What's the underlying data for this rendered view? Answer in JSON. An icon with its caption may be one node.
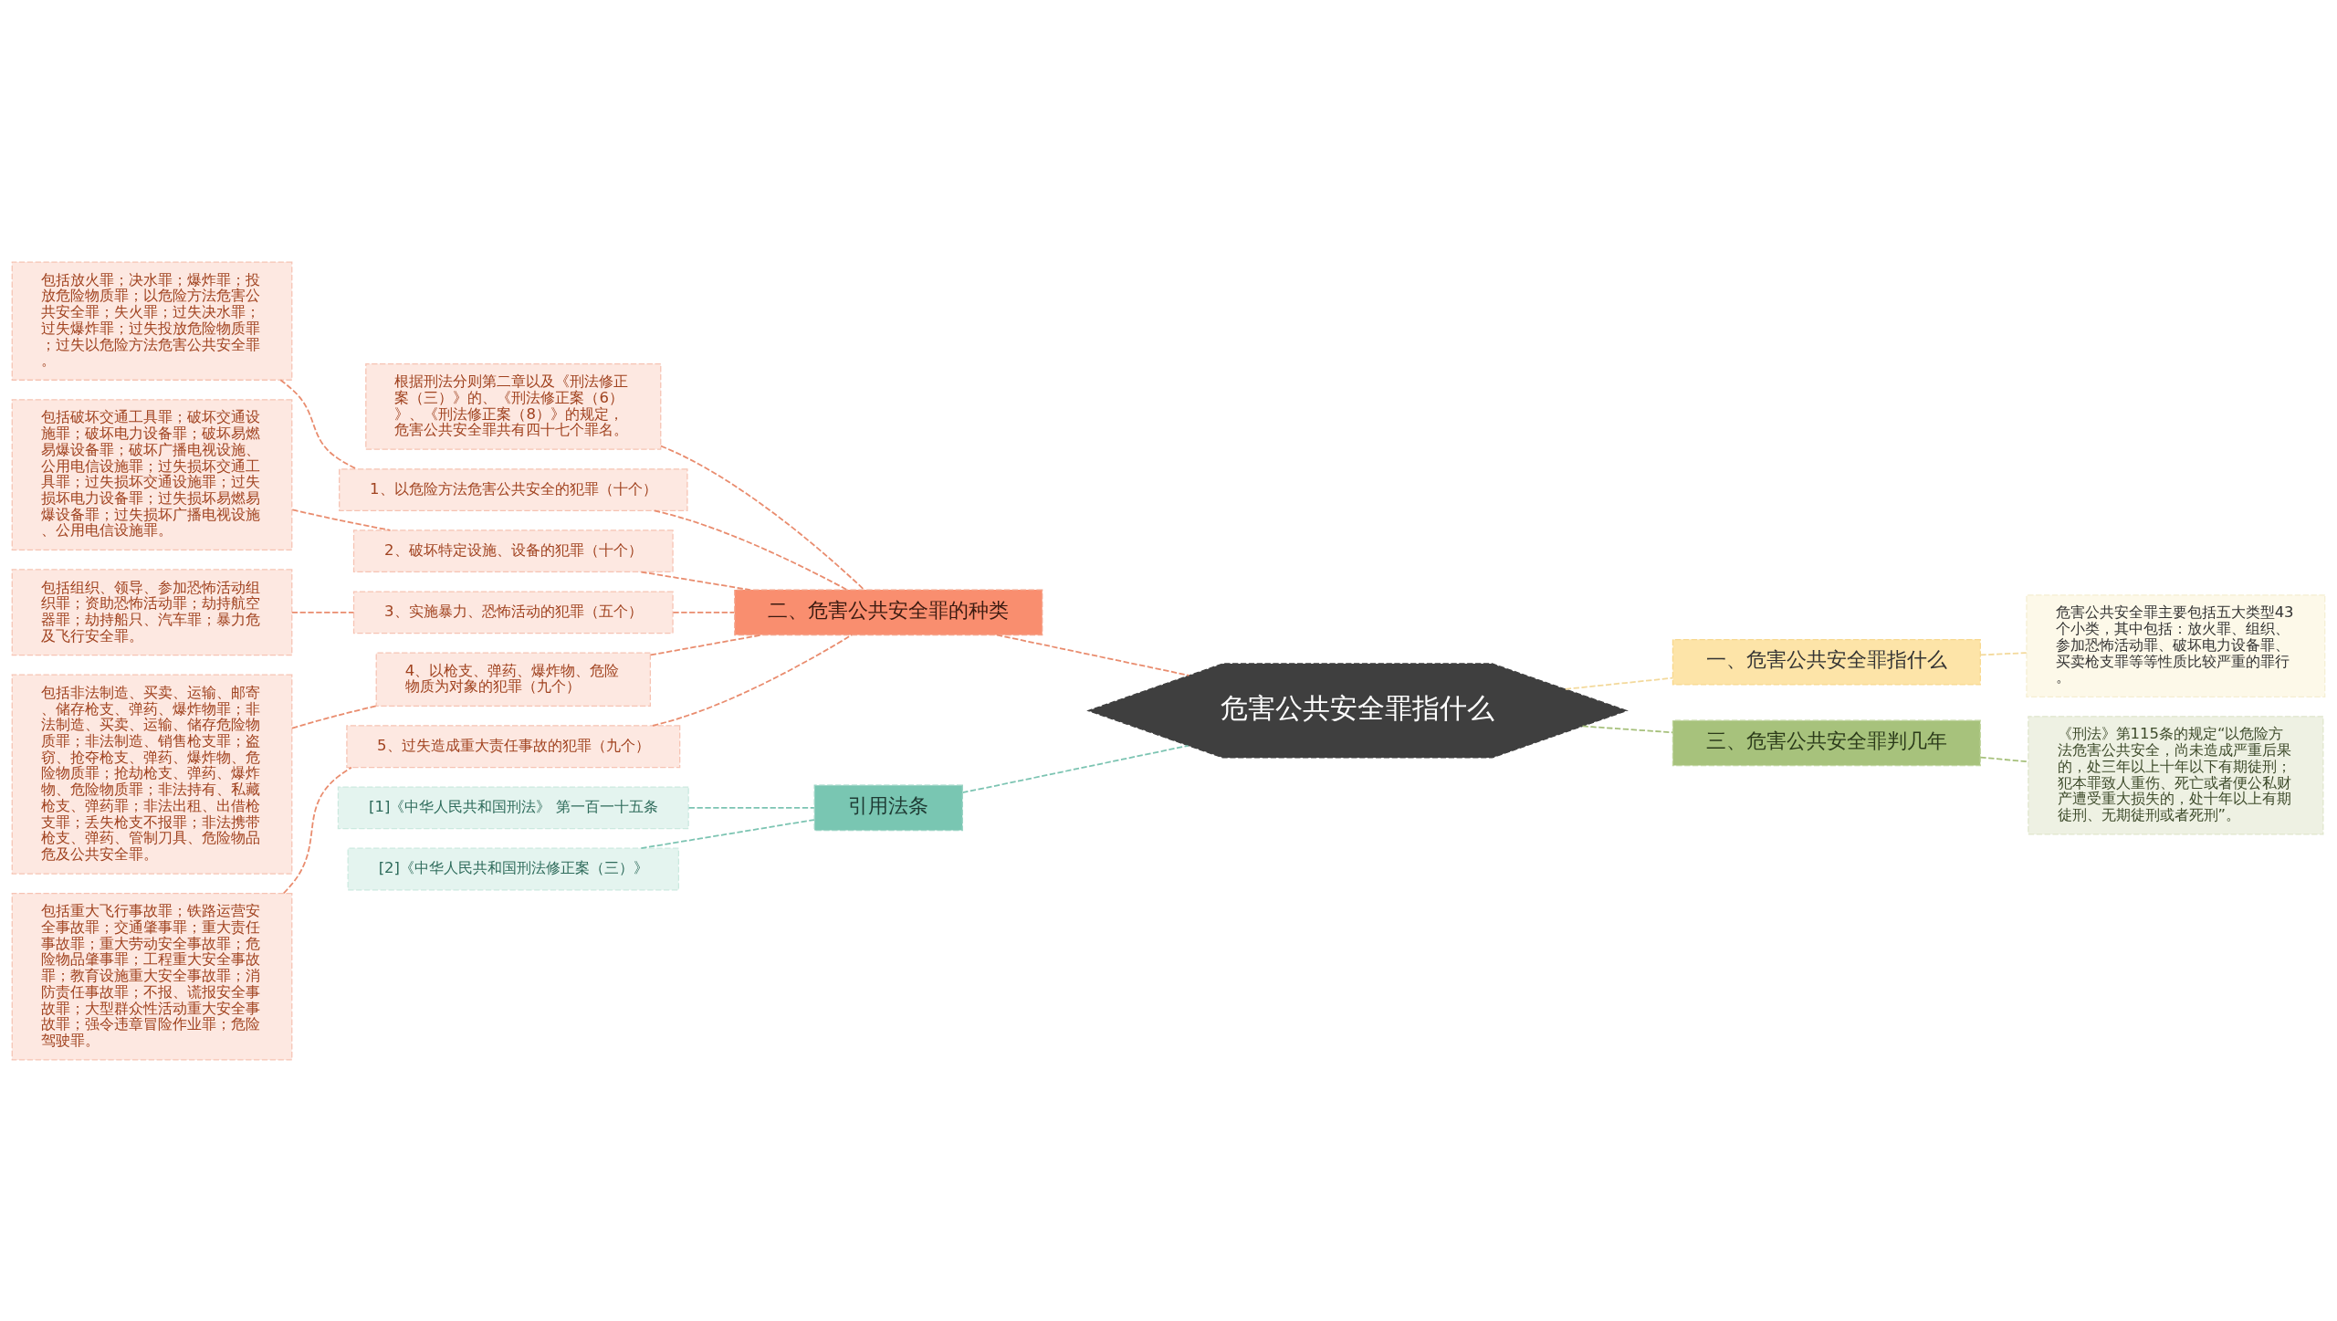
{
  "diagram": {
    "nodes": [
      {
        "text": [
          "危害公共安全罪指什么"
        ]
      },
      {
        "text": [
          "二、危害公共安全罪的种类"
        ]
      },
      {
        "text": [
          "根据刑法分则第二章以及《刑法修正案（三）》的、《刑法修正案（6）》、《刑法修正案（8）》的规定，危害公共安全罪共有四十七个罪名。"
        ]
      },
      {
        "text": [
          "1、以危险方法危害公共安全的犯罪（十个）"
        ]
      },
      {
        "text": [
          "包括放火罪；决水罪；爆炸罪；投放危险物质罪；以危险方法危害公共安全罪；失火罪；过失决水罪；过失爆炸罪；过失投放危险物质罪；过失以危险方法危害公共安全罪。"
        ]
      },
      {
        "text": [
          "2、破坏特定设施、设备的犯罪（十个）"
        ]
      },
      {
        "text": [
          "包括破坏交通工具罪；破坏交通设施罪；破坏电力设备罪；破坏易燃易爆设备罪；破坏广播电视设施、公用电信设施罪；过失损坏交通工具罪；过失损坏交通设施罪；过失损坏电力设备罪；过失损坏易燃易爆设备罪；过失损坏广播电视设施、公用电信设施罪。"
        ]
      },
      {
        "text": [
          "3、实施暴力、恐怖活动的犯罪（五个）"
        ]
      },
      {
        "text": [
          "包括组织、领导、参加恐怖活动组织罪；资助恐怖活动罪；劫持航空器罪；劫持船只、汽车罪；暴力危及飞行安全罪。"
        ]
      },
      {
        "text": [
          "4、以枪支、弹药、爆炸物、危险物质为对象的犯罪（九个）"
        ]
      },
      {
        "text": [
          "包括非法制造、买卖、运输、邮寄、储存枪支、弹药、爆炸物罪；非法制造、买卖、运输、储存危险物质罪；非法制造、销售枪支罪；盗窃、抢夺枪支、弹药、爆炸物、危险物质罪；抢劫枪支、弹药、爆炸物、危险物质罪；非法持有、私藏枪支、弹药罪；非法出租、出借枪支罪；丢失枪支不报罪；非法携带枪支、弹药、管制刀具、危险物品危及公共安全罪。"
        ]
      },
      {
        "text": [
          "5、过失造成重大责任事故的犯罪（九个）"
        ]
      },
      {
        "text": [
          "包括重大飞行事故罪；铁路运营安全事故罪；交通肇事罪；重大责任事故罪；重大劳动安全事故罪；危险物品肇事罪；工程重大安全事故罪；教育设施重大安全事故罪；消防责任事故罪；不报、谎报安全事故罪；大型群众性活动重大安全事故罪；强令违章冒险作业罪；危险驾驶罪。"
        ]
      },
      {
        "text": [
          "引用法条"
        ]
      },
      {
        "text": [
          "[1]《中华人民共和国刑法》 第一百一十五条"
        ]
      },
      {
        "text": [
          "[2]《中华人民共和国刑法修正案（三）》"
        ]
      },
      {
        "text": [
          "一、危害公共安全罪指什么"
        ]
      },
      {
        "text": [
          "危害公共安全罪主要包括五大类型43个小类，其中包括：放火罪、组织、参加恐怖活动罪、破坏电力设备罪、买卖枪支罪等等性质比较严重的罪行。"
        ]
      },
      {
        "text": [
          "三、危害公共安全罪判几年"
        ]
      },
      {
        "text": [
          "《刑法》第115条的规定“以危险方法危害公共安全，尚未造成严重后果的，处三年以上十年以下有期徒刑；犯本罪致人重伤、死亡或者便公私财产遭受重大损失的，处十年以上有期徒刑、无期徒刑或者死刑”。"
        ]
      }
    ],
    "edges": [
      {
        "from": 2,
        "to": 1,
        "arrow": "none",
        "style": "dashed"
      },
      {
        "from": 4,
        "to": 3,
        "arrow": "none",
        "style": "dashed"
      },
      {
        "from": 3,
        "to": 1,
        "arrow": "none",
        "style": "dashed"
      },
      {
        "from": 6,
        "to": 5,
        "arrow": "none",
        "style": "dashed"
      },
      {
        "from": 5,
        "to": 1,
        "arrow": "none",
        "style": "dashed"
      },
      {
        "from": 8,
        "to": 7,
        "arrow": "none",
        "style": "dashed"
      },
      {
        "from": 7,
        "to": 1,
        "arrow": "none",
        "style": "dashed"
      },
      {
        "from": 10,
        "to": 9,
        "arrow": "none",
        "style": "dashed"
      },
      {
        "from": 9,
        "to": 1,
        "arrow": "none",
        "style": "dashed"
      },
      {
        "from": 12,
        "to": 11,
        "arrow": "none",
        "style": "dashed"
      },
      {
        "from": 11,
        "to": 1,
        "arrow": "none",
        "style": "dashed"
      },
      {
        "from": 1,
        "to": 0,
        "arrow": "none",
        "style": "dashed"
      },
      {
        "from": 14,
        "to": 13,
        "arrow": "none",
        "style": "dashed",
        "color": "#7cc4b2"
      },
      {
        "from": 15,
        "to": 13,
        "arrow": "none",
        "style": "dashed",
        "color": "#7cc4b2"
      },
      {
        "from": 13,
        "to": 0,
        "arrow": "none",
        "style": "dashed",
        "color": "#7cc4b2"
      },
      {
        "from": 0,
        "to": 16,
        "arrow": "none",
        "style": "dashed",
        "color": "#f3d99b"
      },
      {
        "from": 16,
        "to": 17,
        "arrow": "none",
        "style": "dashed",
        "color": "#f3d99b"
      },
      {
        "from": 0,
        "to": 18,
        "arrow": "none",
        "style": "dashed",
        "color": "#a6c07b"
      },
      {
        "from": 18,
        "to": 19,
        "arrow": "none",
        "style": "dashed",
        "color": "#a6c07b"
      }
    ]
  }
}
